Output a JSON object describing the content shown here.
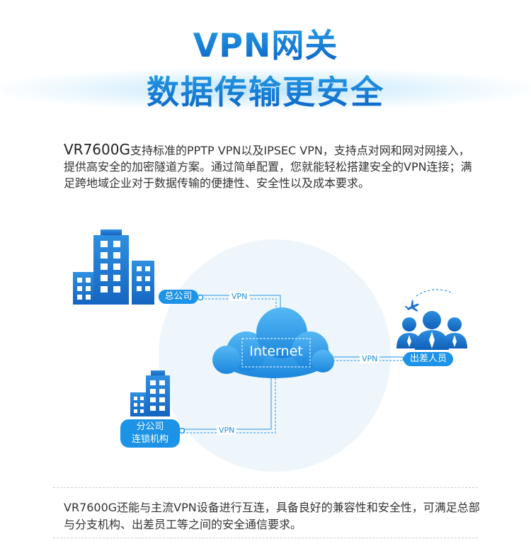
{
  "header": {
    "title_line1": "VPN网关",
    "title_line2": "数据传输更安全"
  },
  "intro": {
    "model": "VR7600G",
    "text": "支持标准的PPTP VPN以及IPSEC VPN，支持点对网和网对网接入，提供高安全的加密隧道方案。通过简单配置，您就能轻松搭建安全的VPN连接；满足跨地域企业对于数据传输的便捷性、安全性以及成本要求。"
  },
  "diagram": {
    "cloud_label": "Internet",
    "nodes": {
      "headquarters": "总公司",
      "travel_staff": "出差人员",
      "branch_line1": "分公司",
      "branch_line2": "连锁机构"
    },
    "links": {
      "hq_vpn": "VPN",
      "travel_vpn": "VPN",
      "branch_vpn": "VPN"
    },
    "icons": [
      "building-icon",
      "people-icon",
      "airplane-icon",
      "cloud-icon"
    ],
    "colors": {
      "primary": "#1c93e6",
      "title_top": "#2aa3ec",
      "title_bottom": "#0a62c4",
      "circle": "#eef6fc"
    }
  },
  "footer": {
    "text": "VR7600G还能与主流VPN设备进行互连，具备良好的兼容性和安全性，可满足总部与分支机构、出差员工等之间的安全通信要求。"
  }
}
